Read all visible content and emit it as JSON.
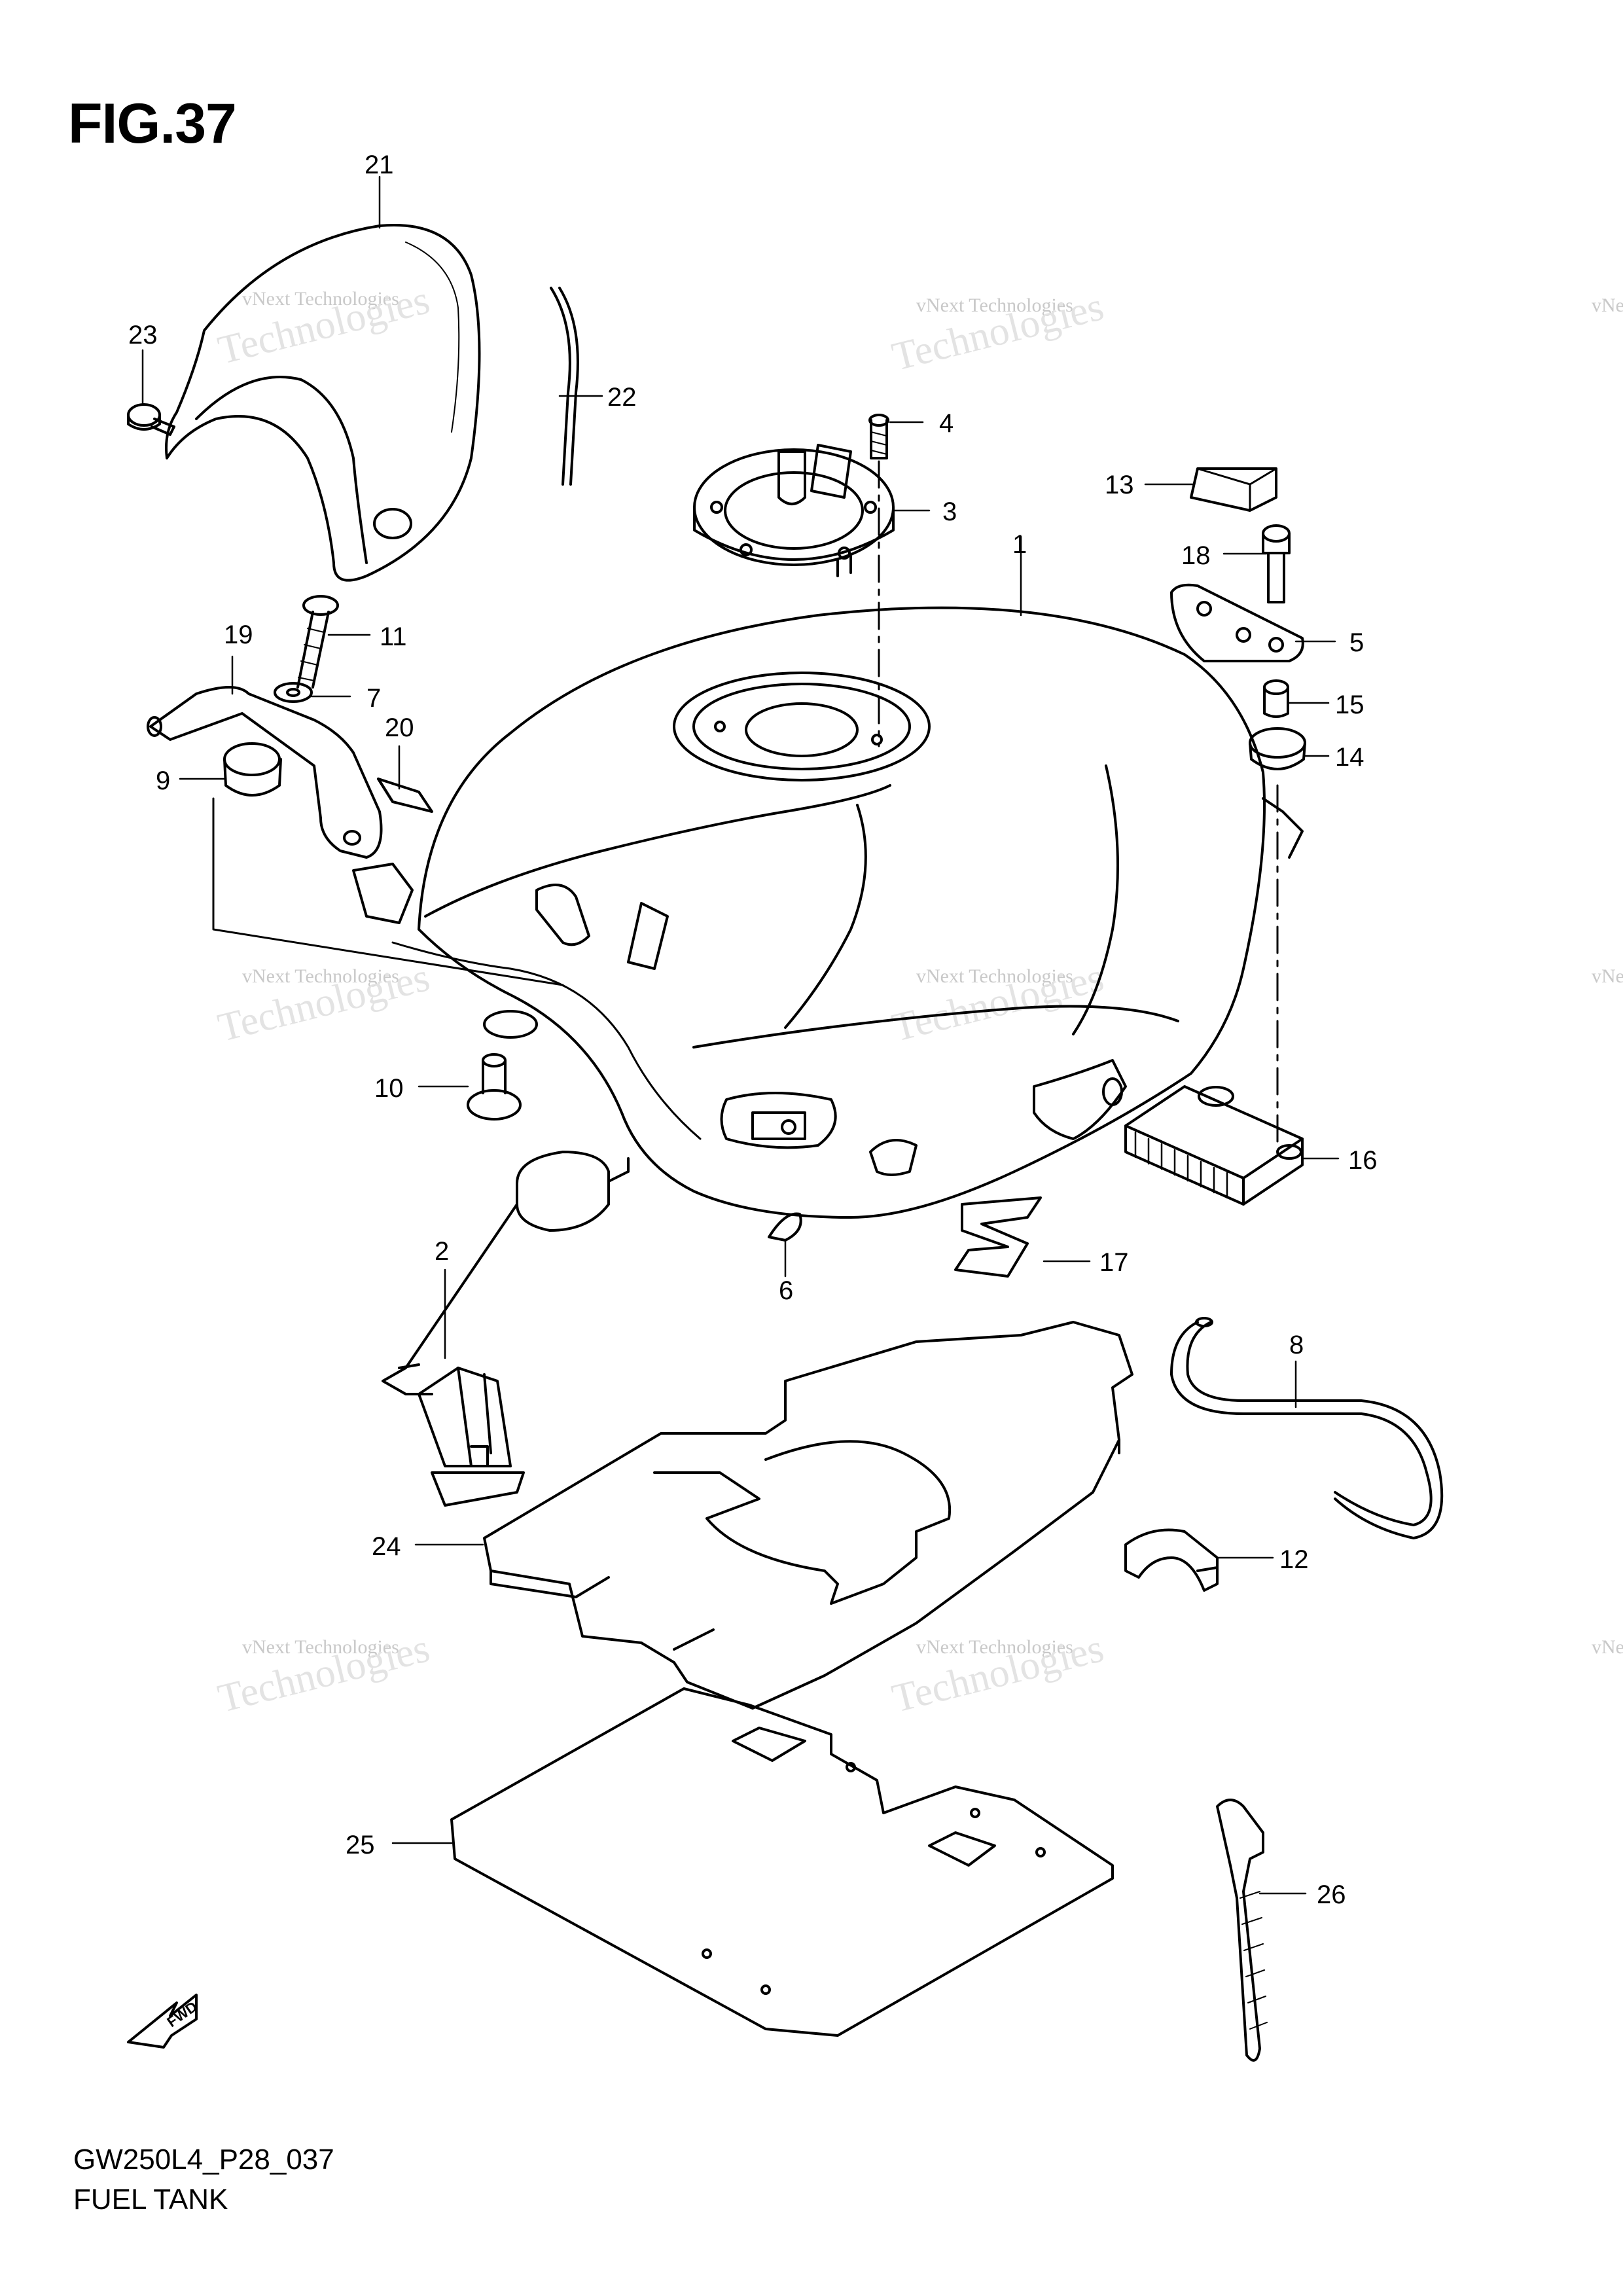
{
  "figure": {
    "title": "FIG.37",
    "code": "GW250L4_P28_037",
    "name": "FUEL TANK"
  },
  "watermark": {
    "line1": "vNext Technologies",
    "line2": "Technologies",
    "corner_fragment": "vNe"
  },
  "fwd_label": "FWD",
  "callouts": {
    "c1": "1",
    "c2": "2",
    "c3": "3",
    "c4": "4",
    "c5": "5",
    "c6": "6",
    "c7": "7",
    "c8": "8",
    "c9": "9",
    "c10": "10",
    "c11": "11",
    "c12": "12",
    "c13": "13",
    "c14": "14",
    "c15": "15",
    "c16": "16",
    "c17": "17",
    "c18": "18",
    "c19": "19",
    "c20": "20",
    "c21": "21",
    "c22": "22",
    "c23": "23",
    "c24": "24",
    "c25": "25",
    "c26": "26"
  },
  "colors": {
    "ink": "#000000",
    "watermark": "#c9c9c9"
  }
}
